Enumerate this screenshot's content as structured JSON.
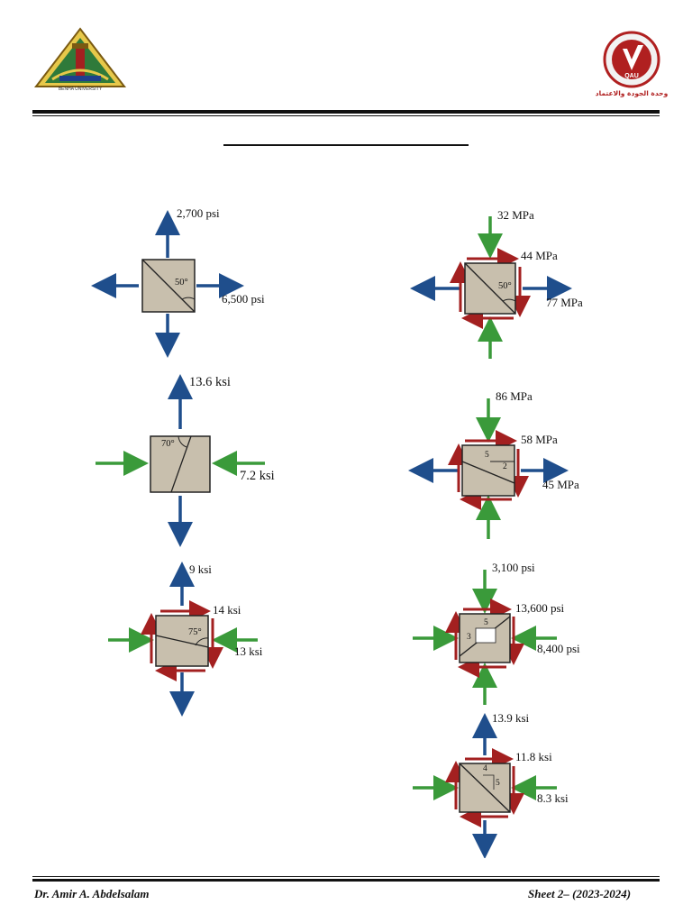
{
  "header": {
    "left_logo_icon": "university-seal",
    "left_logo_text": "BENHA UNIVERSITY",
    "right_logo_icon": "qau-quality-logo",
    "right_logo_text": "QAU",
    "right_logo_caption": "وحدة الجودة والاعتماد"
  },
  "title": "",
  "colors": {
    "normal_arrow": "#1f4e8c",
    "compressive_arrow": "#3a9a3a",
    "shear_arrow": "#a32020",
    "element_fill": "#c8bfad"
  },
  "elements": [
    {
      "top": "2,700 psi",
      "right": "6,500 psi",
      "angle": "50°"
    },
    {
      "top": "32 MPa",
      "shear": "44 MPa",
      "right": "77 MPa",
      "angle": "50°"
    },
    {
      "top": "13.6 ksi",
      "right": "7.2 ksi",
      "angle": "70°"
    },
    {
      "top": "86 MPa",
      "shear": "58 MPa",
      "right": "45 MPa",
      "tri_a": "5",
      "tri_b": "2"
    },
    {
      "top": "9 ksi",
      "shear": "14 ksi",
      "right": "13 ksi",
      "angle": "75°"
    },
    {
      "top": "3,100 psi",
      "shear": "13,600 psi",
      "right": "8,400 psi",
      "tri_a": "5",
      "tri_b": "3"
    },
    {
      "top": "13.9 ksi",
      "shear": "11.8 ksi",
      "right": "8.3 ksi",
      "tri_a": "4",
      "tri_b": "5"
    }
  ],
  "footer": {
    "author": "Dr. Amir A. Abdelsalam",
    "sheet": "Sheet 2– (2023-2024)"
  }
}
